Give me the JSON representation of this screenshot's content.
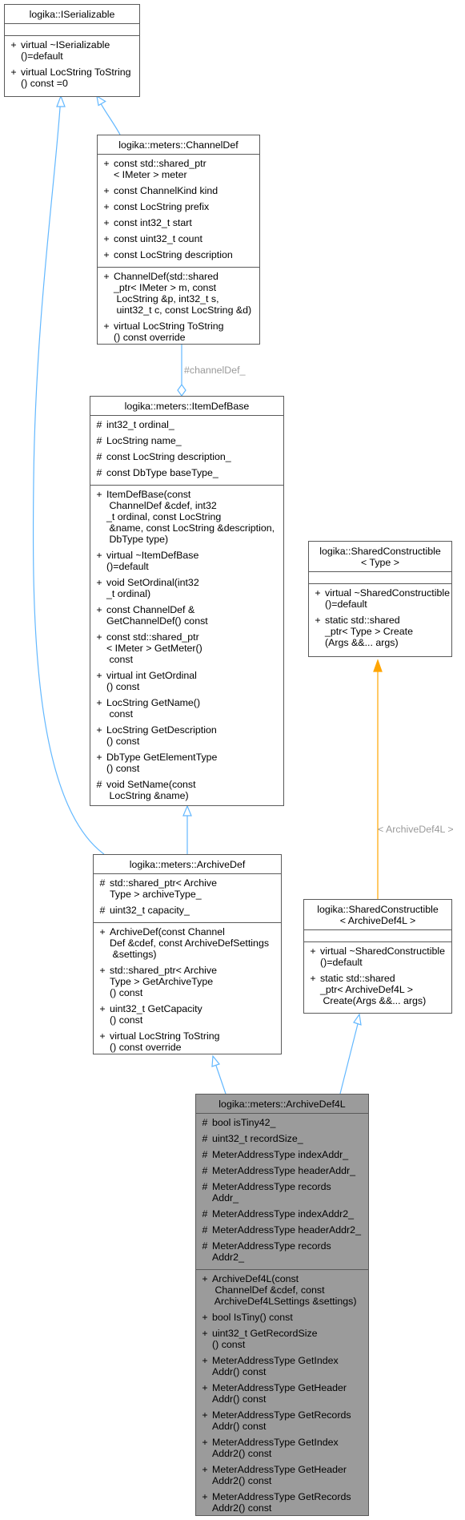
{
  "classes": {
    "iserializable": {
      "title": "logika::ISerializable",
      "attributes": [],
      "methods": [
        {
          "vis": "+",
          "text": "virtual ~ISerializable\n()=default"
        },
        {
          "vis": "+",
          "text": "virtual LocString ToString\n() const =0"
        }
      ]
    },
    "channeldef": {
      "title": "logika::meters::ChannelDef",
      "attributes": [
        {
          "vis": "+",
          "text": "const std::shared_ptr\n< IMeter > meter"
        },
        {
          "vis": "+",
          "text": "const ChannelKind kind"
        },
        {
          "vis": "+",
          "text": "const LocString prefix"
        },
        {
          "vis": "+",
          "text": "const int32_t start"
        },
        {
          "vis": "+",
          "text": "const uint32_t count"
        },
        {
          "vis": "+",
          "text": "const LocString description"
        }
      ],
      "methods": [
        {
          "vis": "+",
          "text": "ChannelDef(std::shared\n_ptr< IMeter > m, const\n LocString &p, int32_t s,\n uint32_t c, const LocString &d)"
        },
        {
          "vis": "+",
          "text": "virtual LocString ToString\n() const override"
        }
      ]
    },
    "itemdefbase": {
      "title": "logika::meters::ItemDefBase",
      "attributes": [
        {
          "vis": "#",
          "text": "int32_t ordinal_"
        },
        {
          "vis": "#",
          "text": "LocString name_"
        },
        {
          "vis": "#",
          "text": "const LocString description_"
        },
        {
          "vis": "#",
          "text": "const DbType baseType_"
        }
      ],
      "methods": [
        {
          "vis": "+",
          "text": "ItemDefBase(const\n ChannelDef &cdef, int32\n_t ordinal, const LocString\n &name, const LocString &description,\n DbType type)"
        },
        {
          "vis": "+",
          "text": "virtual ~ItemDefBase\n()=default"
        },
        {
          "vis": "+",
          "text": "void SetOrdinal(int32\n_t ordinal)"
        },
        {
          "vis": "+",
          "text": "const ChannelDef &\nGetChannelDef() const"
        },
        {
          "vis": "+",
          "text": "const std::shared_ptr\n< IMeter > GetMeter()\n const"
        },
        {
          "vis": "+",
          "text": "virtual int GetOrdinal\n() const"
        },
        {
          "vis": "+",
          "text": "LocString GetName()\n const"
        },
        {
          "vis": "+",
          "text": "LocString GetDescription\n() const"
        },
        {
          "vis": "+",
          "text": "DbType GetElementType\n() const"
        },
        {
          "vis": "#",
          "text": "void SetName(const\n LocString &name)"
        }
      ]
    },
    "sharedconstructible": {
      "title": "logika::SharedConstructible\n< Type >",
      "attributes": [],
      "methods": [
        {
          "vis": "+",
          "text": "virtual ~SharedConstructible\n()=default"
        },
        {
          "vis": "+",
          "text": "static std::shared\n_ptr< Type > Create\n(Args &&... args)"
        }
      ]
    },
    "archivedef": {
      "title": "logika::meters::ArchiveDef",
      "attributes": [
        {
          "vis": "#",
          "text": "std::shared_ptr< Archive\nType > archiveType_"
        },
        {
          "vis": "#",
          "text": "uint32_t capacity_"
        }
      ],
      "methods": [
        {
          "vis": "+",
          "text": "ArchiveDef(const Channel\nDef &cdef, const ArchiveDefSettings\n &settings)"
        },
        {
          "vis": "+",
          "text": "std::shared_ptr< Archive\nType > GetArchiveType\n() const"
        },
        {
          "vis": "+",
          "text": "uint32_t GetCapacity\n() const"
        },
        {
          "vis": "+",
          "text": "virtual LocString ToString\n() const override"
        }
      ]
    },
    "sharedconstructible4l": {
      "title": "logika::SharedConstructible\n< ArchiveDef4L >",
      "attributes": [],
      "methods": [
        {
          "vis": "+",
          "text": "virtual ~SharedConstructible\n()=default"
        },
        {
          "vis": "+",
          "text": "static std::shared\n_ptr< ArchiveDef4L >\n Create(Args &&... args)"
        }
      ]
    },
    "archivedef4l": {
      "title": "logika::meters::ArchiveDef4L",
      "attributes": [
        {
          "vis": "#",
          "text": "bool isTiny42_"
        },
        {
          "vis": "#",
          "text": "uint32_t recordSize_"
        },
        {
          "vis": "#",
          "text": "MeterAddressType indexAddr_"
        },
        {
          "vis": "#",
          "text": "MeterAddressType headerAddr_"
        },
        {
          "vis": "#",
          "text": "MeterAddressType records\nAddr_"
        },
        {
          "vis": "#",
          "text": "MeterAddressType indexAddr2_"
        },
        {
          "vis": "#",
          "text": "MeterAddressType headerAddr2_"
        },
        {
          "vis": "#",
          "text": "MeterAddressType records\nAddr2_"
        }
      ],
      "methods": [
        {
          "vis": "+",
          "text": "ArchiveDef4L(const\n ChannelDef &cdef, const\n ArchiveDef4LSettings &settings)"
        },
        {
          "vis": "+",
          "text": "bool IsTiny() const"
        },
        {
          "vis": "+",
          "text": "uint32_t GetRecordSize\n() const"
        },
        {
          "vis": "+",
          "text": "MeterAddressType GetIndex\nAddr() const"
        },
        {
          "vis": "+",
          "text": "MeterAddressType GetHeader\nAddr() const"
        },
        {
          "vis": "+",
          "text": "MeterAddressType GetRecords\nAddr() const"
        },
        {
          "vis": "+",
          "text": "MeterAddressType GetIndex\nAddr2() const"
        },
        {
          "vis": "+",
          "text": "MeterAddressType GetHeader\nAddr2() const"
        },
        {
          "vis": "+",
          "text": "MeterAddressType GetRecords\nAddr2() const"
        }
      ]
    }
  },
  "edge_labels": {
    "channeldef_member": "#channelDef_",
    "template_arg": "< ArchiveDef4L >"
  },
  "colors": {
    "inheritance": "#63b8ff",
    "template": "#ffa500",
    "border": "#5a5a5a",
    "current_fill": "#9b9b9b"
  }
}
